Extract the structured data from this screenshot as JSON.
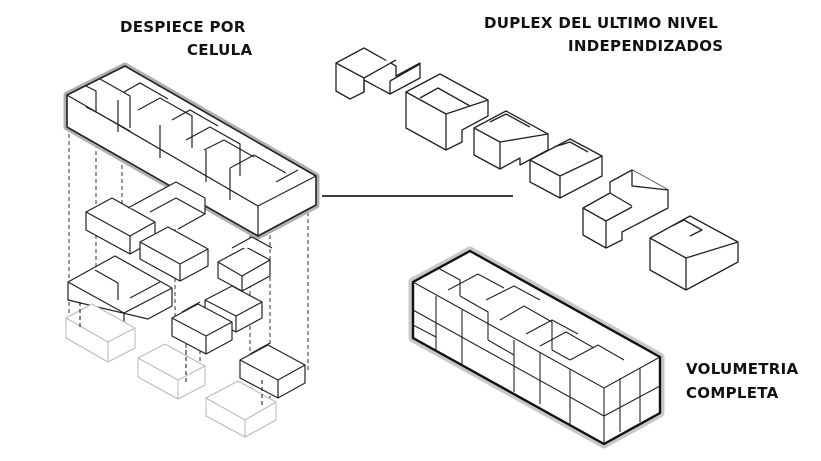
{
  "labels": {
    "despiece_line1": "DESPIECE POR",
    "despiece_line2": "CELULA",
    "duplex_line1": "DUPLEX DEL ULTIMO NIVEL",
    "duplex_line2": "INDEPENDIZADOS",
    "volumetria_line1": "VOLUMETRIA",
    "volumetria_line2": "COMPLETA"
  },
  "colors": {
    "stroke": "#222222",
    "halo": "#b5b5b5",
    "light_stroke": "#cfcfcf",
    "fill": "#ffffff"
  }
}
